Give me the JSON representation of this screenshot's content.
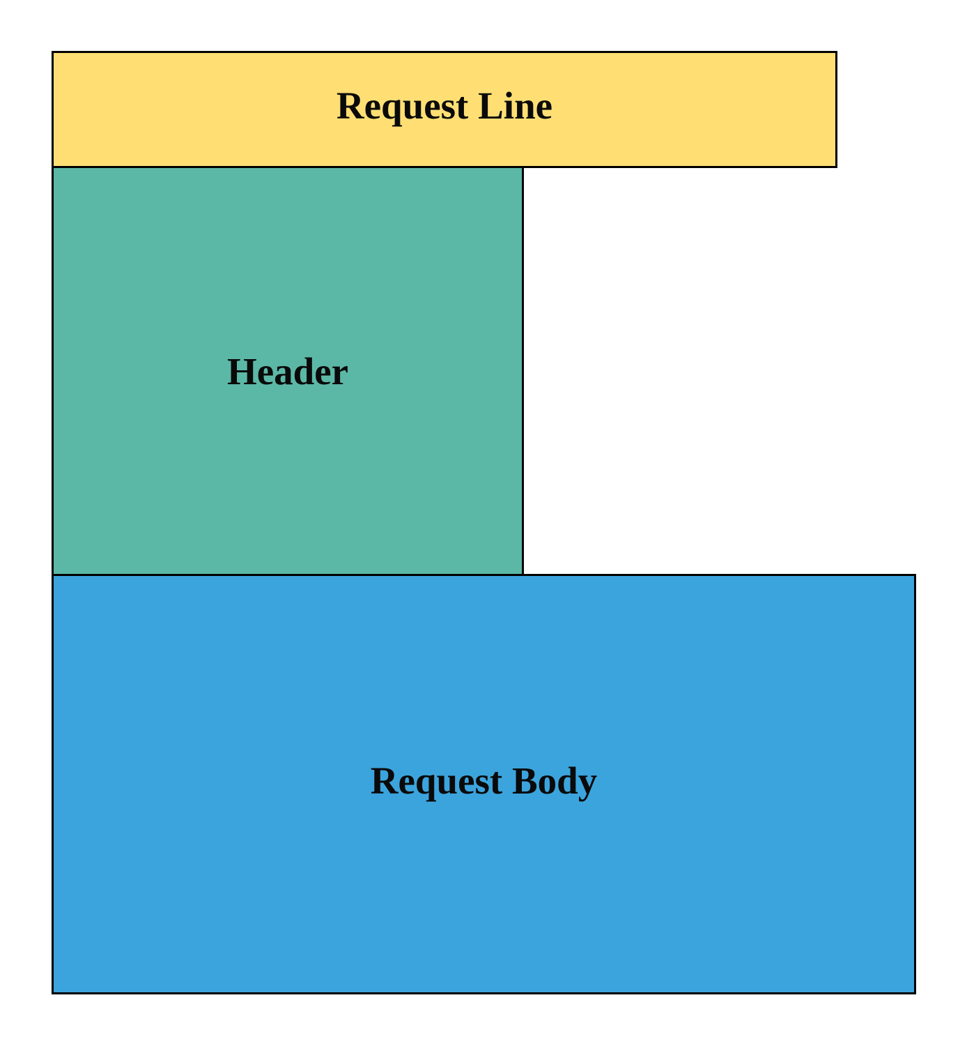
{
  "diagram": {
    "blocks": [
      {
        "id": "request_line",
        "label": "Request Line",
        "color": "#ffdf74"
      },
      {
        "id": "header",
        "label": "Header",
        "color": "#5cb8a6"
      },
      {
        "id": "request_body",
        "label": "Request Body",
        "color": "#3ca4dd"
      }
    ]
  }
}
